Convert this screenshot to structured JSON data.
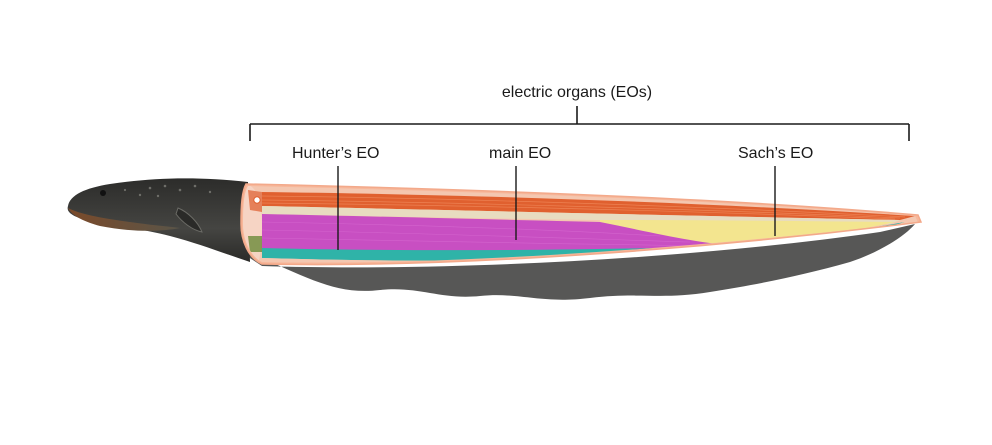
{
  "diagram": {
    "title": "electric organs (EOs)",
    "labels": {
      "hunter": "Hunter’s EO",
      "main": "main EO",
      "sach": "Sach’s EO"
    },
    "colors": {
      "muscle_orange": "#e0602f",
      "main_eo_magenta": "#c84fc2",
      "sach_eo_yellow": "#f3e58f",
      "hunter_eo_teal": "#2fb3a8",
      "skin_dark": "#3b3b39",
      "line": "#1a1a1a"
    }
  }
}
